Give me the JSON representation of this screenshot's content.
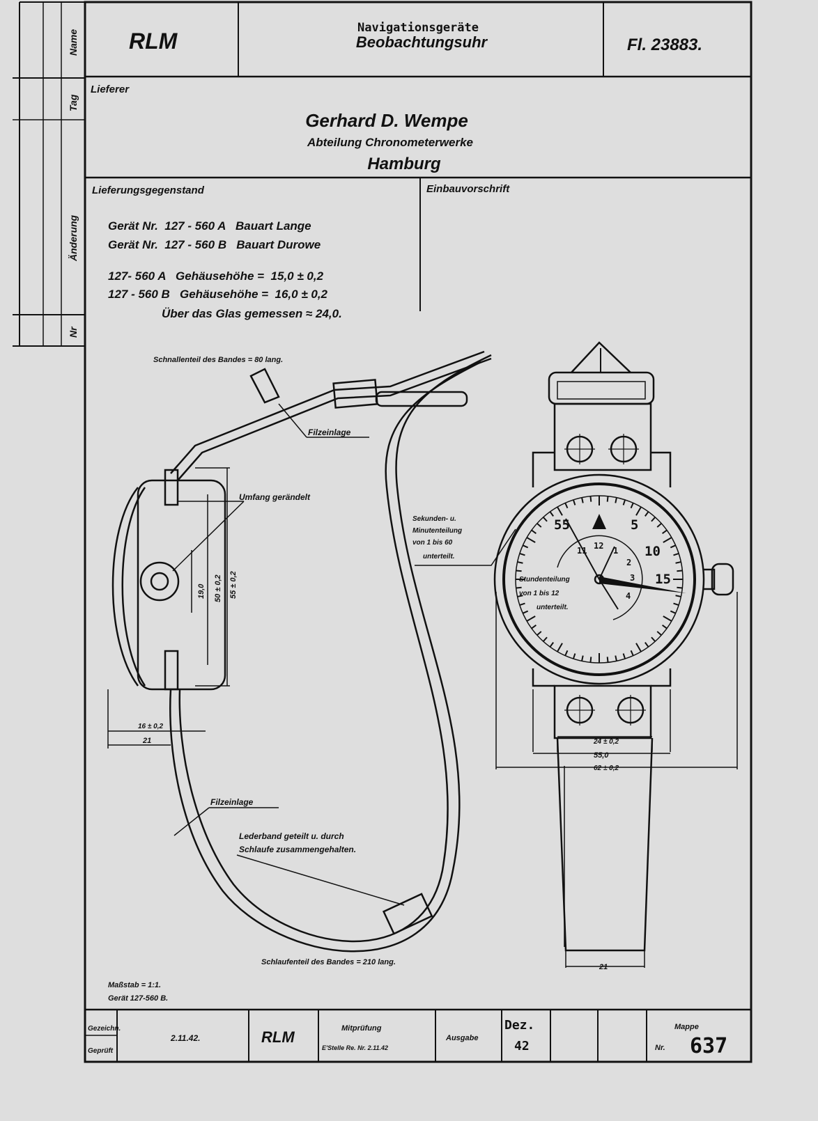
{
  "side_columns": {
    "name": "Name",
    "tag": "Tag",
    "aenderung": "Änderung",
    "nr": "Nr"
  },
  "header": {
    "org": "RLM",
    "category": "Navigationsgeräte",
    "title": "Beobachtungsuhr",
    "sheet_number": "Fl. 23883."
  },
  "supplier": {
    "label": "Lieferer",
    "name": "Gerhard D. Wempe",
    "department": "Abteilung Chronometerwerke",
    "city": "Hamburg"
  },
  "delivery": {
    "label": "Lieferungsgegenstand",
    "lines": [
      "Gerät Nr.  127 - 560 A   Bauart Lange",
      "Gerät Nr.  127 - 560 B   Bauart Durowe",
      "127- 560 A   Gehäusehöhe =  15,0 ± 0,2",
      "127 - 560 B   Gehäusehöhe =  16,0 ± 0,2",
      "Über das Glas gemessen ≈ 24,0."
    ]
  },
  "installation": {
    "label": "Einbauvorschrift"
  },
  "annotations": {
    "buckle_part": "Schnallenteil des Bandes = 80 lang.",
    "felt_top": "Filzeinlage",
    "rim": "Umfang gerändelt",
    "felt_bottom": "Filzeinlage",
    "leather_1": "Lederband geteilt u. durch",
    "leather_2": "Schlaufe zusammengehalten.",
    "loop_part": "Schlaufenteil des Bandes = 210 lang.",
    "sec_min_1": "Sekunden- u.",
    "sec_min_2": "Minutenteilung",
    "sec_min_3": "von 1 bis 60",
    "sec_min_4": "unterteilt.",
    "hour_1": "Stundenteilung",
    "hour_2": "von 1 bis 12",
    "hour_3": "unterteilt."
  },
  "dimensions": {
    "side_height_1": "19,0",
    "side_height_2": "50 ± 0,2",
    "side_height_3": "55 ± 0,2",
    "side_thick": "16 ± 0,2",
    "side_width": "21",
    "lug_width": "24 ± 0,2",
    "case_dia": "55,0",
    "overall": "62 ± 0,2",
    "strap_end": "21"
  },
  "dial": {
    "minute_labels": [
      "55",
      "5",
      "10",
      "15"
    ],
    "hour_labels": [
      "11",
      "12",
      "1",
      "2",
      "3",
      "4"
    ]
  },
  "notes": {
    "scale": "Maßstab = 1:1.",
    "device": "Gerät 127-560 B."
  },
  "footer": {
    "drawn_label": "Gezeichn.",
    "checked_label": "Geprüft",
    "date": "2.11.42.",
    "org": "RLM",
    "co_check": "Mitprüfung",
    "co_check_dept": "E'Stelle Re. Nr. 2.11.42",
    "issue_label": "Ausgabe",
    "issue_month": "Dez.",
    "issue_year": "42",
    "folder_label": "Mappe",
    "folder_nr_label": "Nr.",
    "folder_number": "637"
  }
}
